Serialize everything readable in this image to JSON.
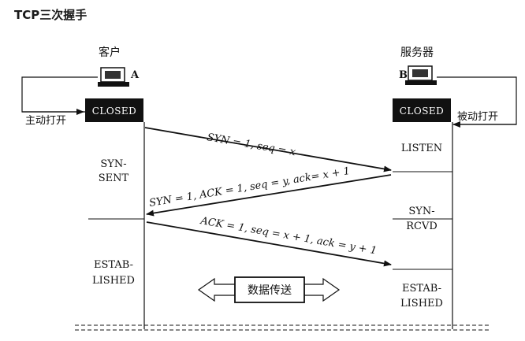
{
  "title": "TCP三次握手",
  "client": {
    "label": "客户",
    "id": "A",
    "state_box": "CLOSED",
    "open_label": "主动打开",
    "states": [
      "SYN-",
      "SENT",
      "ESTAB-",
      "LISHED"
    ]
  },
  "server": {
    "label": "服务器",
    "id": "B",
    "state_box": "CLOSED",
    "open_label": "被动打开",
    "states": [
      "LISTEN",
      "SYN-",
      "RCVD",
      "ESTAB-",
      "LISHED"
    ]
  },
  "messages": [
    "SYN = 1, seq = x",
    "SYN = 1, ACK = 1, seq = y, ack= x + 1",
    "ACK = 1, seq = x + 1, ack = y + 1"
  ],
  "data_transfer": "数据传送",
  "colors": {
    "box": "#111111",
    "line": "#111111"
  }
}
